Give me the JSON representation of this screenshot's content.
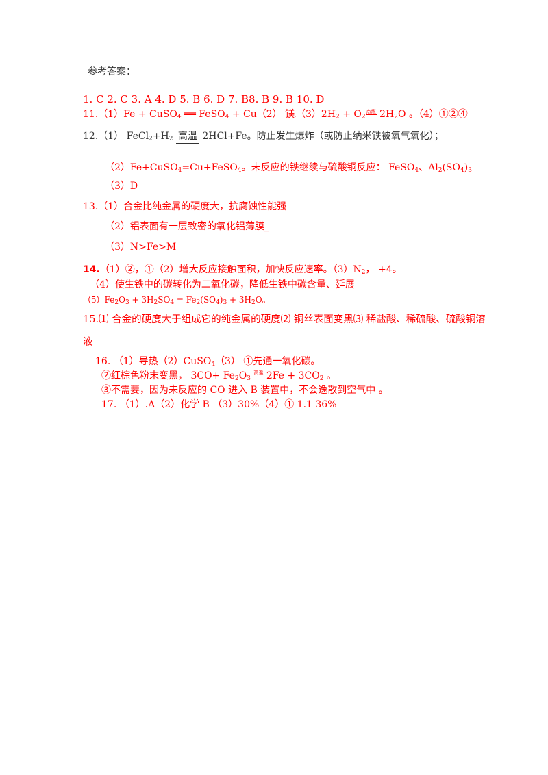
{
  "title": "参考答案：",
  "q1_10": "1.   C 2.   C 3.  A 4.  D 5.  B   6.  D 7.  B8.  B 9.  B 10.  D",
  "q11": {
    "a": "11.（1）Fe + CuSO",
    "a_sub": "4",
    "b": " ══ FeSO",
    "b_sub": "4",
    "c": " + Cu（2）   镁",
    "c_small": ".",
    "d": "（3）2H",
    "d_sub": "2",
    "e": " + O",
    "e_sub": "2",
    "cond": "点燃",
    "f": " 2H",
    "f_sub": "2",
    "g": "O 。（4）①②④"
  },
  "q12": {
    "line1_a": "12.（1）    FeCl",
    "line1_a_sub": "2",
    "line1_b": "+H",
    "line1_b_sub": "2",
    "cond": "高温",
    "line1_c": " 2HCl+Fe。防止发生爆炸（或防止纳米铁被氧气氧化）；",
    "line2_a": "（2）Fe+CuSO",
    "line2_a_sub": "4",
    "line2_b": "=Cu+FeSO",
    "line2_b_sub": "4",
    "line2_c": "。未反应的铁继续与硫酸铜反应：   FeSO",
    "line2_c_sub": "4",
    "line2_d": "、Al",
    "line2_d_sub": "2",
    "line2_e": "(SO",
    "line2_e_sub": "4",
    "line2_f": ")",
    "line2_f_sub": "3",
    "line3": "（3）D"
  },
  "q13": {
    "line1": "13.（1）合金比纯金属的硬度大，抗腐蚀性能强",
    "line2": "（2）铝表面有一层致密的氧化铝薄膜_",
    "line3": "（3）N>Fe>M"
  },
  "q14": {
    "line1_num": "14.",
    "line1_a": "（1）②，①（2）增大反应接触面积，加快反应速率。（3）N",
    "line1_a_sub": "2",
    "line1_b": "， +4。",
    "line2": "（4）使生铁中的碳转化为二氧化碳，降低生铁中碳含量、延展",
    "line3_a": "（5）Fe",
    "line3_a_sub": "2",
    "line3_b": "O",
    "line3_b_sub": "3",
    "line3_c": " + 3H",
    "line3_c_sub": "2",
    "line3_d": "SO",
    "line3_d_sub": "4",
    "line3_e": " = Fe",
    "line3_e_sub": "2",
    "line3_f": "(SO",
    "line3_f_sub": "4",
    "line3_g": ")",
    "line3_g_sub": "3",
    "line3_h": " + 3H",
    "line3_h_sub": "2",
    "line3_i": "O。"
  },
  "q15": {
    "line1": "15.⑴ 合金的硬度大于组成它的纯金属的硬度⑵ 铜丝表面变黑⑶ 稀盐酸、稀硫酸、硫酸铜溶",
    "line2": "液"
  },
  "q16": {
    "line1_a": "16.     （1）导热（2）CuSO",
    "line1_a_sub": "4",
    "line1_b": "（3）    ①先通一氧化碳。",
    "line2_a": "②红棕色粉末变黑，           3CO+ Fe",
    "line2_a_sub": "2",
    "line2_b": "O",
    "line2_b_sub": "3",
    "cond": "高温",
    "line2_c": " 2Fe + 3CO",
    "line2_c_sub": "2",
    "line2_d": "  。",
    "line3": "③不需要，因为未反应的 CO 进入 B 装置中，不会逸散到空气中    。"
  },
  "q17": "17.  （1）.A（2）化学  B  （3）30%（4）① 1.1      36%"
}
